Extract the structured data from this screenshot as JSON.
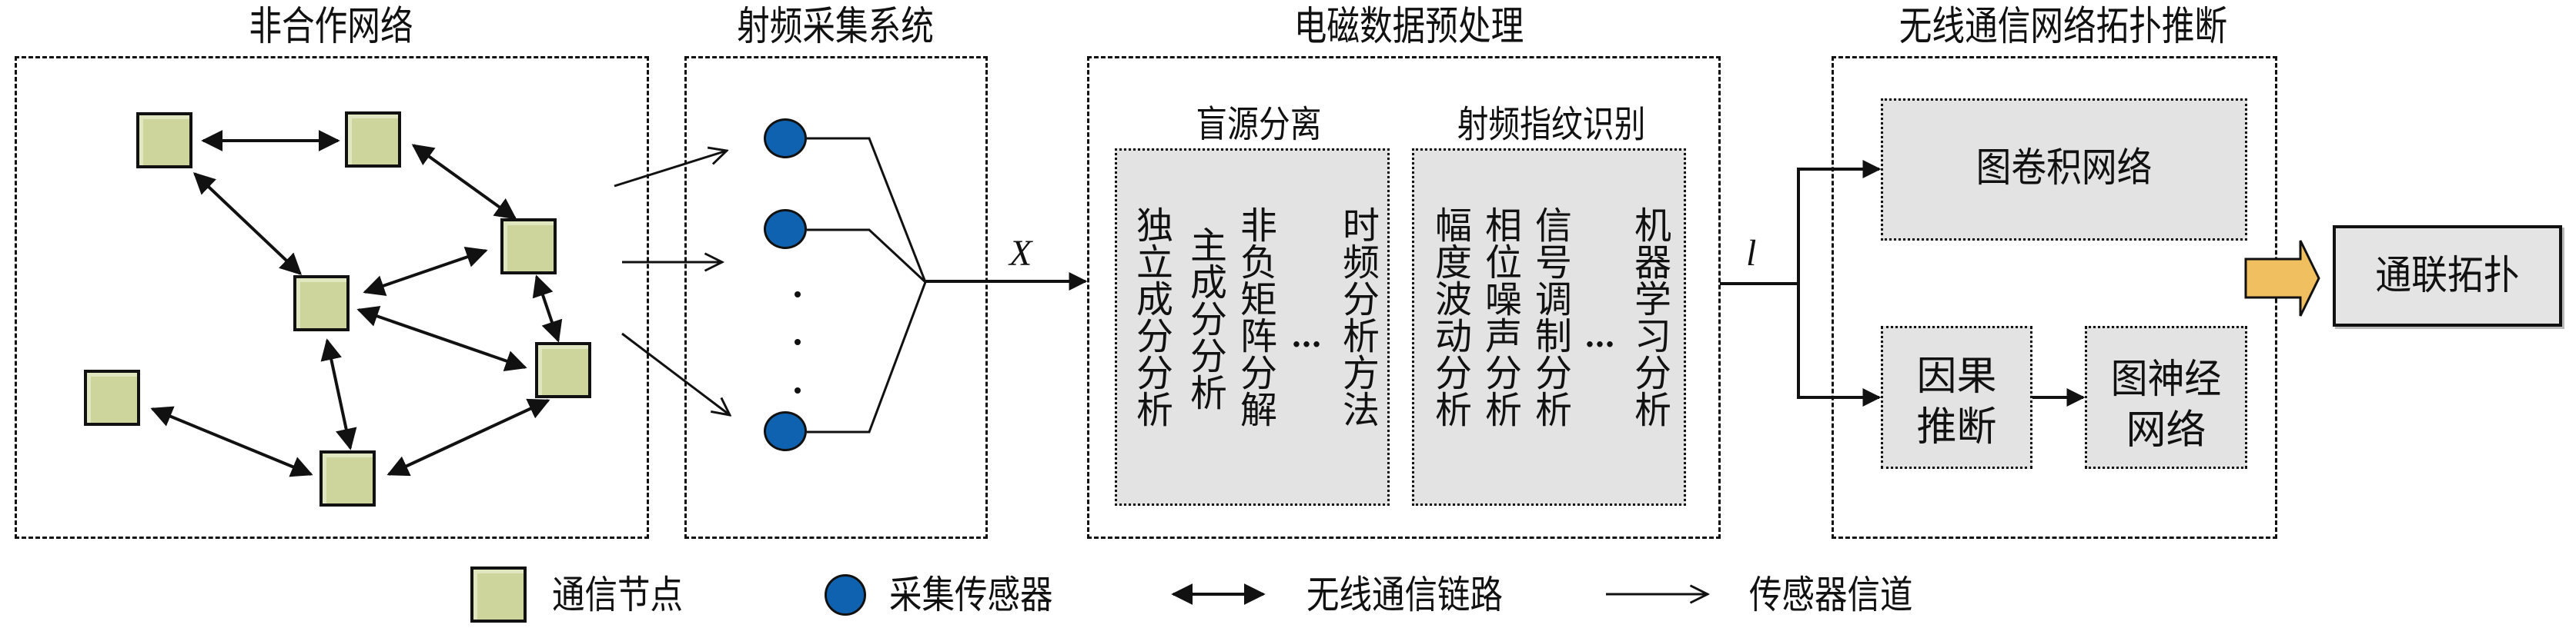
{
  "stages": [
    {
      "title": "非合作网络"
    },
    {
      "title": "射频采集系统"
    },
    {
      "title": "电磁数据预处理"
    },
    {
      "title": "无线通信网络拓扑推断"
    }
  ],
  "network": {
    "nodes": [
      "N1",
      "N2",
      "N3",
      "N4",
      "N5",
      "N6",
      "N7"
    ],
    "links": [
      [
        "N1",
        "N2"
      ],
      [
        "N2",
        "N3"
      ],
      [
        "N1",
        "N4"
      ],
      [
        "N4",
        "N3"
      ],
      [
        "N4",
        "N5"
      ],
      [
        "N3",
        "N5"
      ],
      [
        "N4",
        "N7"
      ],
      [
        "N6",
        "N7"
      ],
      [
        "N7",
        "N5"
      ]
    ]
  },
  "acquisition": {
    "sensor_count_shown": 3,
    "output_symbol": "X"
  },
  "preprocessing": {
    "blind_source_separation": {
      "label": "盲源分离",
      "methods": [
        "独立成分分析",
        "主成分分析",
        "非负矩阵分解",
        "…",
        "时频分析方法"
      ]
    },
    "rf_fingerprint": {
      "label": "射频指纹识别",
      "methods": [
        "幅度波动分析",
        "相位噪声分析",
        "信号调制分析",
        "…",
        "机器学习分析"
      ]
    },
    "output_symbol": "l"
  },
  "inference": {
    "gcn": "图卷积网络",
    "causal": [
      "因果",
      "推断"
    ],
    "gnn": [
      "图神经",
      "网络"
    ]
  },
  "result": {
    "label": "通联拓扑"
  },
  "legend": [
    {
      "icon": "node-square",
      "label": "通信节点"
    },
    {
      "icon": "sensor-circle",
      "label": "采集传感器"
    },
    {
      "icon": "double-arrow",
      "label": "无线通信链路"
    },
    {
      "icon": "open-arrow",
      "label": "传感器信道"
    }
  ],
  "colors": {
    "node_fill": "#cdd59c",
    "sensor_fill": "#0f62b0",
    "box_fill": "#e3e3e3",
    "result_arrow": "#f0c060"
  }
}
